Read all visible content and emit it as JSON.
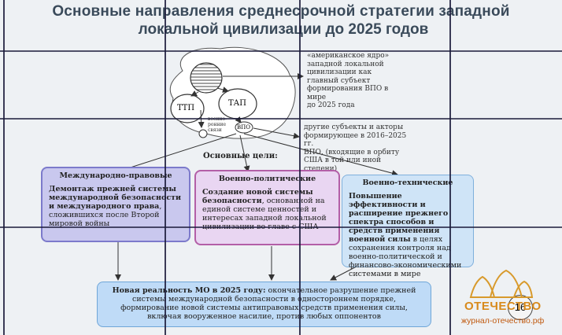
{
  "title_line1": "Основные направления среднесрочной стратегии западной",
  "title_line2": "локальной цивилизации до 2025 годов",
  "diagram": {
    "node_ttp": "ТТП",
    "node_tap": "ТАП",
    "node_vpo": "ВПО",
    "small_label": "военно-ронние связи",
    "note_top": [
      "«американское ядро»",
      "западной локальной",
      "цивилизации как",
      "главный субъект",
      "формирования ВПО в мире",
      "до 2025 года"
    ],
    "note_mid": [
      "другие субъекты и акторы",
      "формирующее в 2016–2025 гг.",
      "ВПО, (входящие в орбиту",
      "США в той или иной степени)"
    ],
    "main_goals": "Основные цели:"
  },
  "boxes": {
    "legal": {
      "header": "Международно-правовые",
      "bold": "Демонтаж прежней системы международной безопасности и международного права",
      "rest": ", сложившихся после Второй мировой войны"
    },
    "military_political": {
      "header": "Военно-политические",
      "bold": "Создание новой системы безопасности",
      "rest": ", основанной на единой системе ценностей и интересах западной локальной цивилизации во главе с США"
    },
    "military_technical": {
      "header": "Военно-технические",
      "bold": "Повышение эффективности и расширение прежнего спектра способов и средств применения военной силы",
      "rest": " в целях сохранения контроля над военно-политической и финансово-экономическими системами в мире"
    },
    "bottom": {
      "bold": "Новая реальность МО в 2025 году:",
      "rest": " окончательное разрушение прежней системы международной безопасности в одностороннем порядке, формирование новой системы антиправовых средств применения силы, включая вооруженное насилие, против любых оппонентов"
    }
  },
  "page_number": "16",
  "logo": {
    "name": "ОТЕЧЕСТВО",
    "url": "журнал-отечество.рф"
  },
  "colors": {
    "legal_fill": "#c9c8ee",
    "legal_border": "#7c7acb",
    "mp_fill": "#e9d6f2",
    "mp_border": "#b35fa7",
    "mt_fill": "#cfe4f7",
    "mt_border": "#7fb0dc",
    "bottom_fill": "#bfdbf7",
    "bottom_border": "#6fa6d8"
  }
}
